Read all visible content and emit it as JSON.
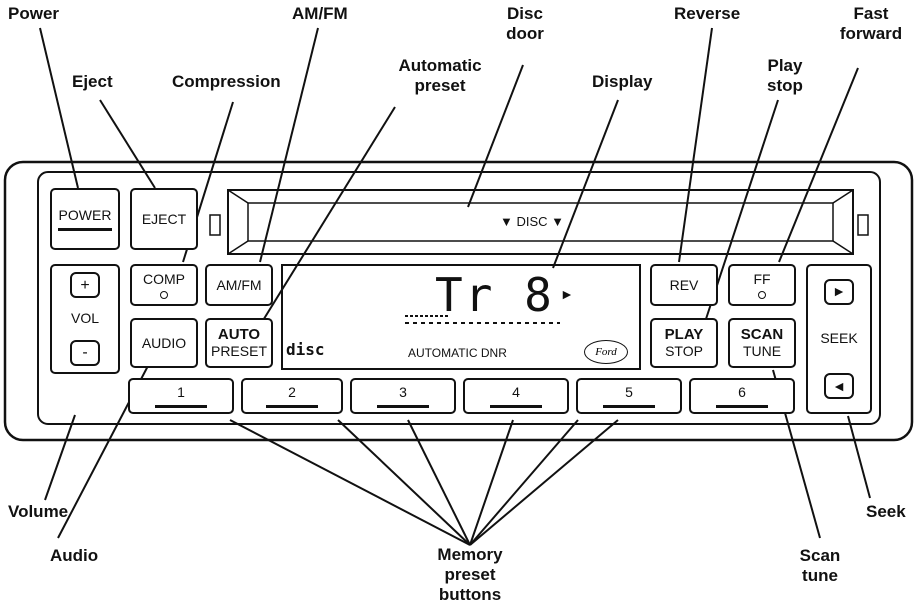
{
  "callouts": {
    "power": "Power",
    "eject": "Eject",
    "compression": "Compression",
    "am_fm": "AM/FM",
    "automatic_preset": "Automatic\npreset",
    "disc_door": "Disc\ndoor",
    "display": "Display",
    "reverse": "Reverse",
    "play_stop": "Play\nstop",
    "fast_forward": "Fast\nforward",
    "volume": "Volume",
    "audio": "Audio",
    "memory_preset": "Memory\npreset\nbuttons",
    "scan_tune": "Scan\ntune",
    "seek": "Seek"
  },
  "buttons": {
    "power": "POWER",
    "eject": "EJECT",
    "comp": "COMP",
    "am_fm": "AM/FM",
    "audio": "AUDIO",
    "auto_top": "AUTO",
    "auto_bottom": "PRESET",
    "vol_plus": "+",
    "vol_label": "VOL",
    "vol_minus": "-",
    "rev": "REV",
    "ff": "FF",
    "play_top": "PLAY",
    "play_bottom": "STOP",
    "scan_top": "SCAN",
    "scan_bottom": "TUNE",
    "seek_label": "SEEK",
    "seek_up": "►",
    "seek_down": "◄",
    "presets": [
      "1",
      "2",
      "3",
      "4",
      "5",
      "6"
    ]
  },
  "disc_slot": {
    "label": "▼ DISC ▼"
  },
  "display": {
    "segment_text": "Tr  8",
    "play_arrow": "►",
    "mode_text": "AUTOMATIC DNR",
    "logo_text": "Ford",
    "cd_logo": "disc"
  }
}
